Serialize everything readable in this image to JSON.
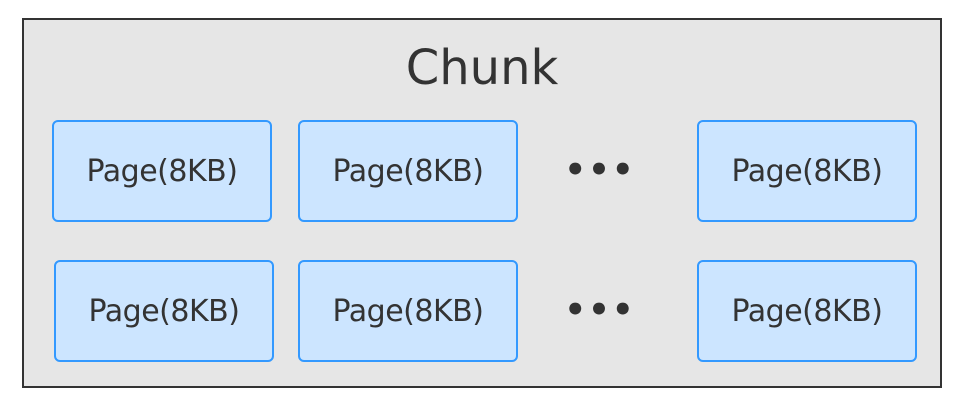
{
  "chunk": {
    "title": "Chunk"
  },
  "rows": [
    {
      "pages": [
        "Page(8KB)",
        "Page(8KB)",
        "Page(8KB)"
      ],
      "ellipsis": "•••"
    },
    {
      "pages": [
        "Page(8KB)",
        "Page(8KB)",
        "Page(8KB)"
      ],
      "ellipsis": "•••"
    }
  ],
  "colors": {
    "chunk_fill": "#e6e6e6",
    "chunk_border": "#333333",
    "page_fill": "#cce5ff",
    "page_border": "#3399ff",
    "text": "#333333"
  }
}
